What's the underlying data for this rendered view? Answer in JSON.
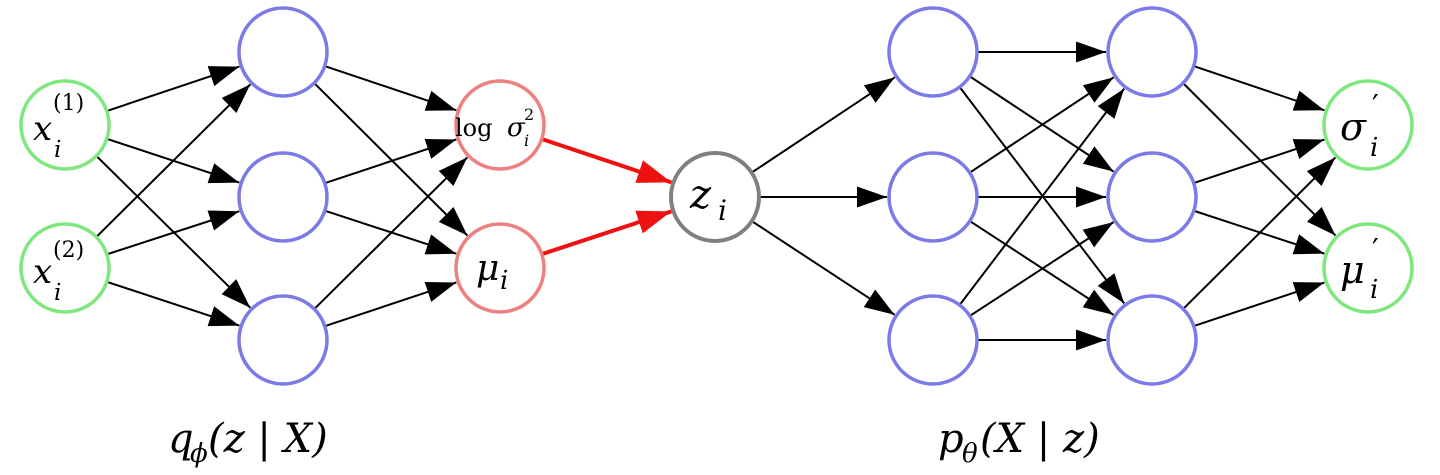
{
  "colors": {
    "io": "#7ee87e",
    "hidden": "#7b7be8",
    "latent_params": "#ef8080",
    "latent": "#808080",
    "edge": "#000000",
    "reparam_edge": "#ee1111"
  },
  "nodes": {
    "x1": {
      "base": "x",
      "sub": "i",
      "sup": "(1)"
    },
    "x2": {
      "base": "x",
      "sub": "i",
      "sup": "(2)"
    },
    "logvar": {
      "prefix": "log ",
      "base": "σ",
      "sub": "i",
      "sup": "2"
    },
    "mu": {
      "base": "μ",
      "sub": "i"
    },
    "z": {
      "base": "z",
      "sub": "i"
    },
    "sigma_out": {
      "base": "σ",
      "sub": "i",
      "sup": "′"
    },
    "mu_out": {
      "base": "μ",
      "sub": "i",
      "sup": "′"
    }
  },
  "captions": {
    "encoder": {
      "func": "q",
      "sub": "ϕ",
      "args": "(z | X)"
    },
    "decoder": {
      "func": "p",
      "sub": "θ",
      "args": "(X | z)"
    }
  }
}
